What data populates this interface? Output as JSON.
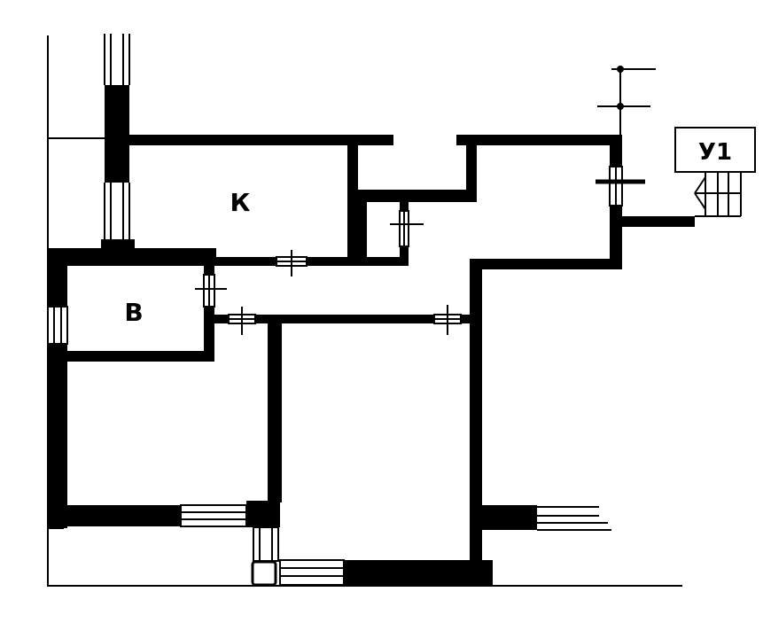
{
  "plan": {
    "labels": {
      "kitchen": "К",
      "bathroom": "В",
      "tag": "У1"
    },
    "colors": {
      "wall": "#000000",
      "background": "#ffffff",
      "line": "#000000"
    }
  }
}
